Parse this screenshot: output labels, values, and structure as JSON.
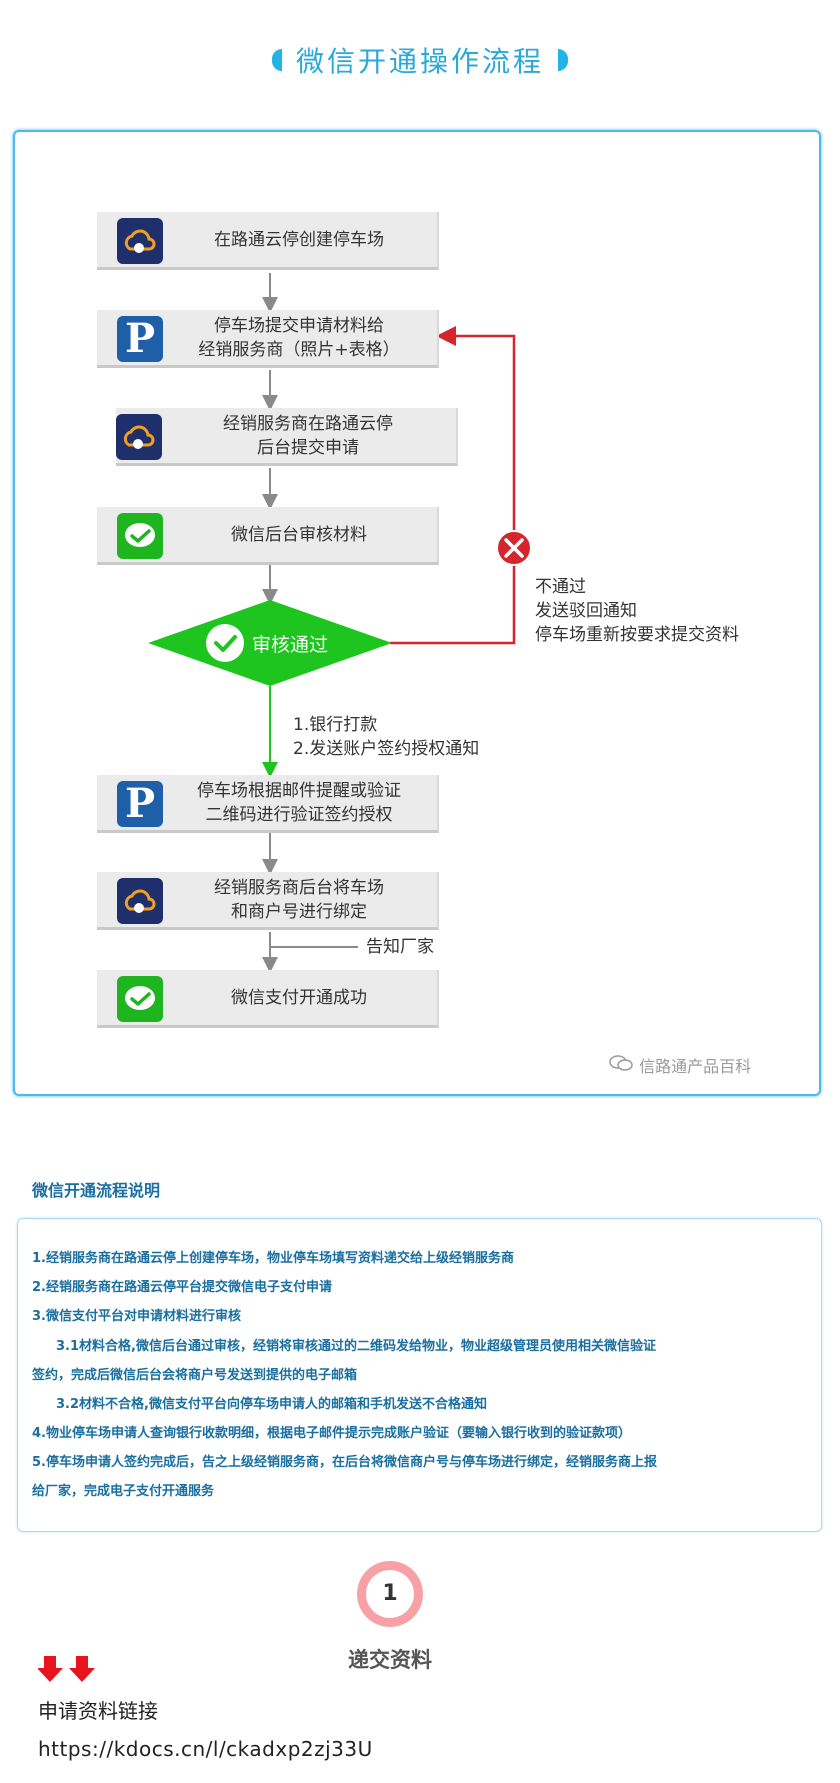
{
  "header": {
    "title": "微信开通操作流程"
  },
  "flowchart": {
    "steps": [
      {
        "icon": "cloud-stop-logo-icon",
        "label": "在路通云停创建停车场"
      },
      {
        "icon": "parking-p-icon",
        "label": "停车场提交申请材料给\n经销服务商（照片+表格）"
      },
      {
        "icon": "cloud-stop-logo-icon",
        "label": "经销服务商在路通云停\n后台提交申请"
      },
      {
        "icon": "wechat-icon",
        "label": "微信后台审核材料"
      },
      {
        "icon": "parking-p-icon",
        "label": "停车场根据邮件提醒或验证\n二维码进行验证签约授权"
      },
      {
        "icon": "cloud-stop-logo-icon",
        "label": "经销服务商后台将车场\n和商户号进行绑定"
      },
      {
        "icon": "wechat-icon",
        "label": "微信支付开通成功"
      }
    ],
    "decision": {
      "label": "审核通过"
    },
    "approved_note": {
      "line1": "1.银行打款",
      "line2": "2.发送账户签约授权通知"
    },
    "rejected_note": {
      "line1": "不通过",
      "line2": "发送驳回通知",
      "line3": "停车场重新按要求提交资料"
    },
    "notify_label": "告知厂家",
    "watermark": "信路通产品百科",
    "colors": {
      "approved_green": "#1ec51e",
      "rejected_red": "#d6262d",
      "arrow_gray": "#8a8a8a"
    }
  },
  "description": {
    "heading": "微信开通流程说明",
    "lines": [
      "1.经销服务商在路通云停上创建停车场，物业停车场填写资料递交给上级经销服务商",
      "2.经销服务商在路通云停平台提交微信电子支付申请",
      "3.微信支付平台对申请材料进行审核",
      "3.1材料合格,微信后台通过审核，经销将审核通过的二维码发给物业，物业超级管理员使用相关微信验证",
      "签约，完成后微信后台会将商户号发送到提供的电子邮箱",
      "3.2材料不合格,微信支付平台向停车场申请人的邮箱和手机发送不合格通知",
      "4.物业停车场申请人查询银行收款明细，根据电子邮件提示完成账户验证（要输入银行收到的验证款项）",
      "5.停车场申请人签约完成后，告之上级经销服务商，在后台将微信商户号与停车场进行绑定，经销服务商上报",
      "给厂家，完成电子支付开通服务"
    ]
  },
  "step_badge": {
    "number": "1",
    "caption": "递交资料"
  },
  "application": {
    "label": "申请资料链接",
    "url": "https://kdocs.cn/l/ckadxp2zj33U"
  }
}
